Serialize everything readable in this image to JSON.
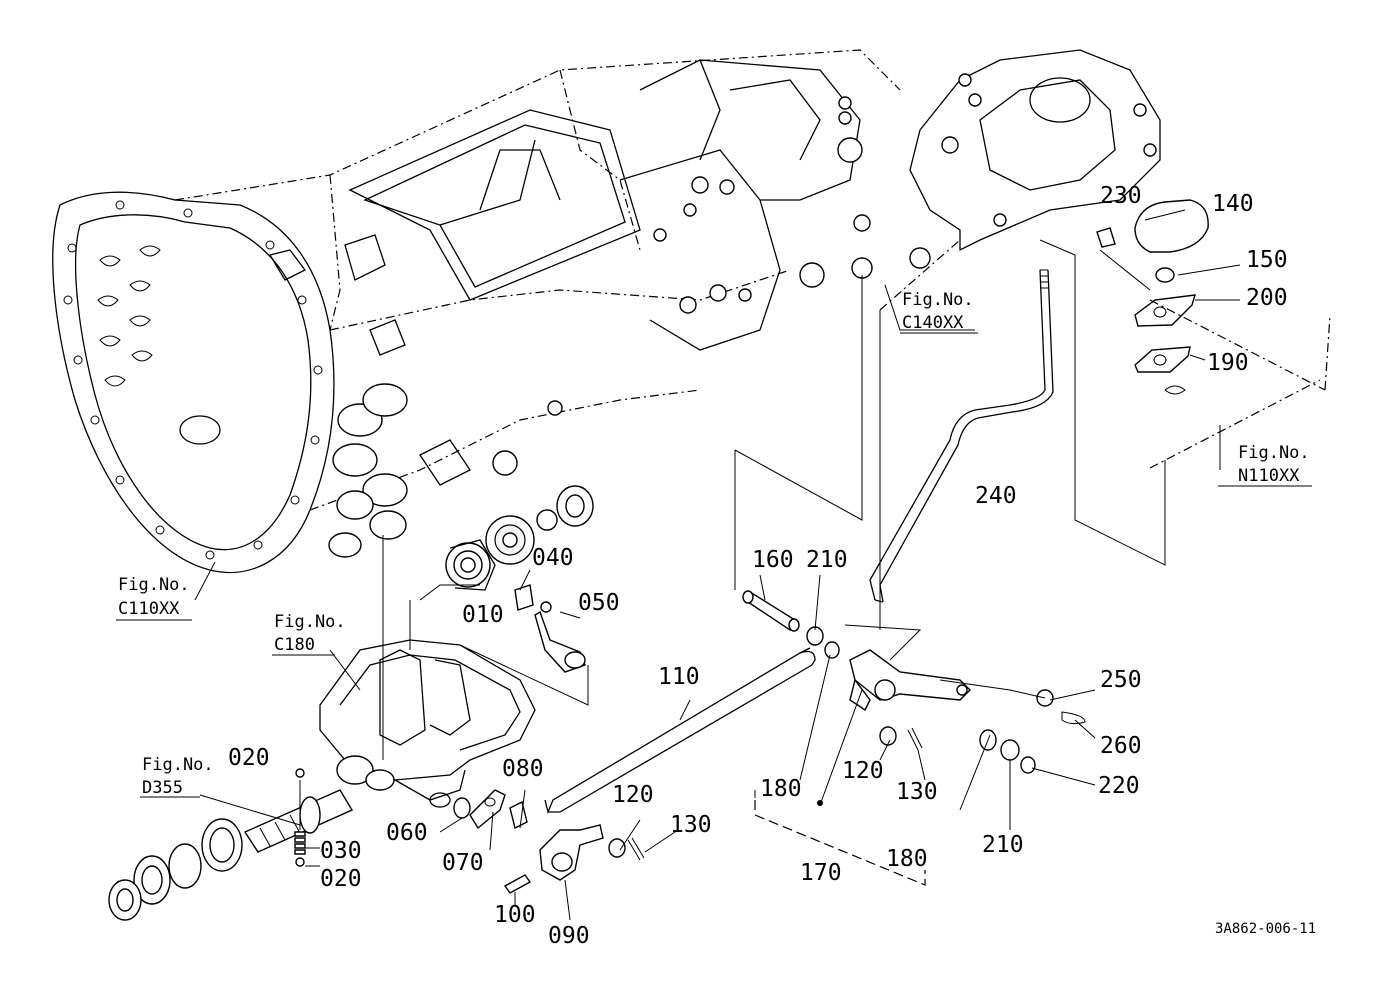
{
  "diagram": {
    "code": "3A862-006-11",
    "parts": [
      "010",
      "020",
      "030",
      "040",
      "050",
      "060",
      "070",
      "080",
      "090",
      "100",
      "110",
      "120",
      "130",
      "140",
      "150",
      "160",
      "170",
      "180",
      "190",
      "200",
      "210",
      "220",
      "230",
      "240",
      "250",
      "260"
    ],
    "fig_refs": {
      "c110": {
        "label": "Fig.No.",
        "value": "C110XX"
      },
      "c180": {
        "label": "Fig.No.",
        "value": "C180"
      },
      "d355": {
        "label": "Fig.No.",
        "value": "D355"
      },
      "c140": {
        "label": "Fig.No.",
        "value": "C140XX"
      },
      "n110": {
        "label": "Fig.No.",
        "value": "N110XX"
      }
    }
  }
}
